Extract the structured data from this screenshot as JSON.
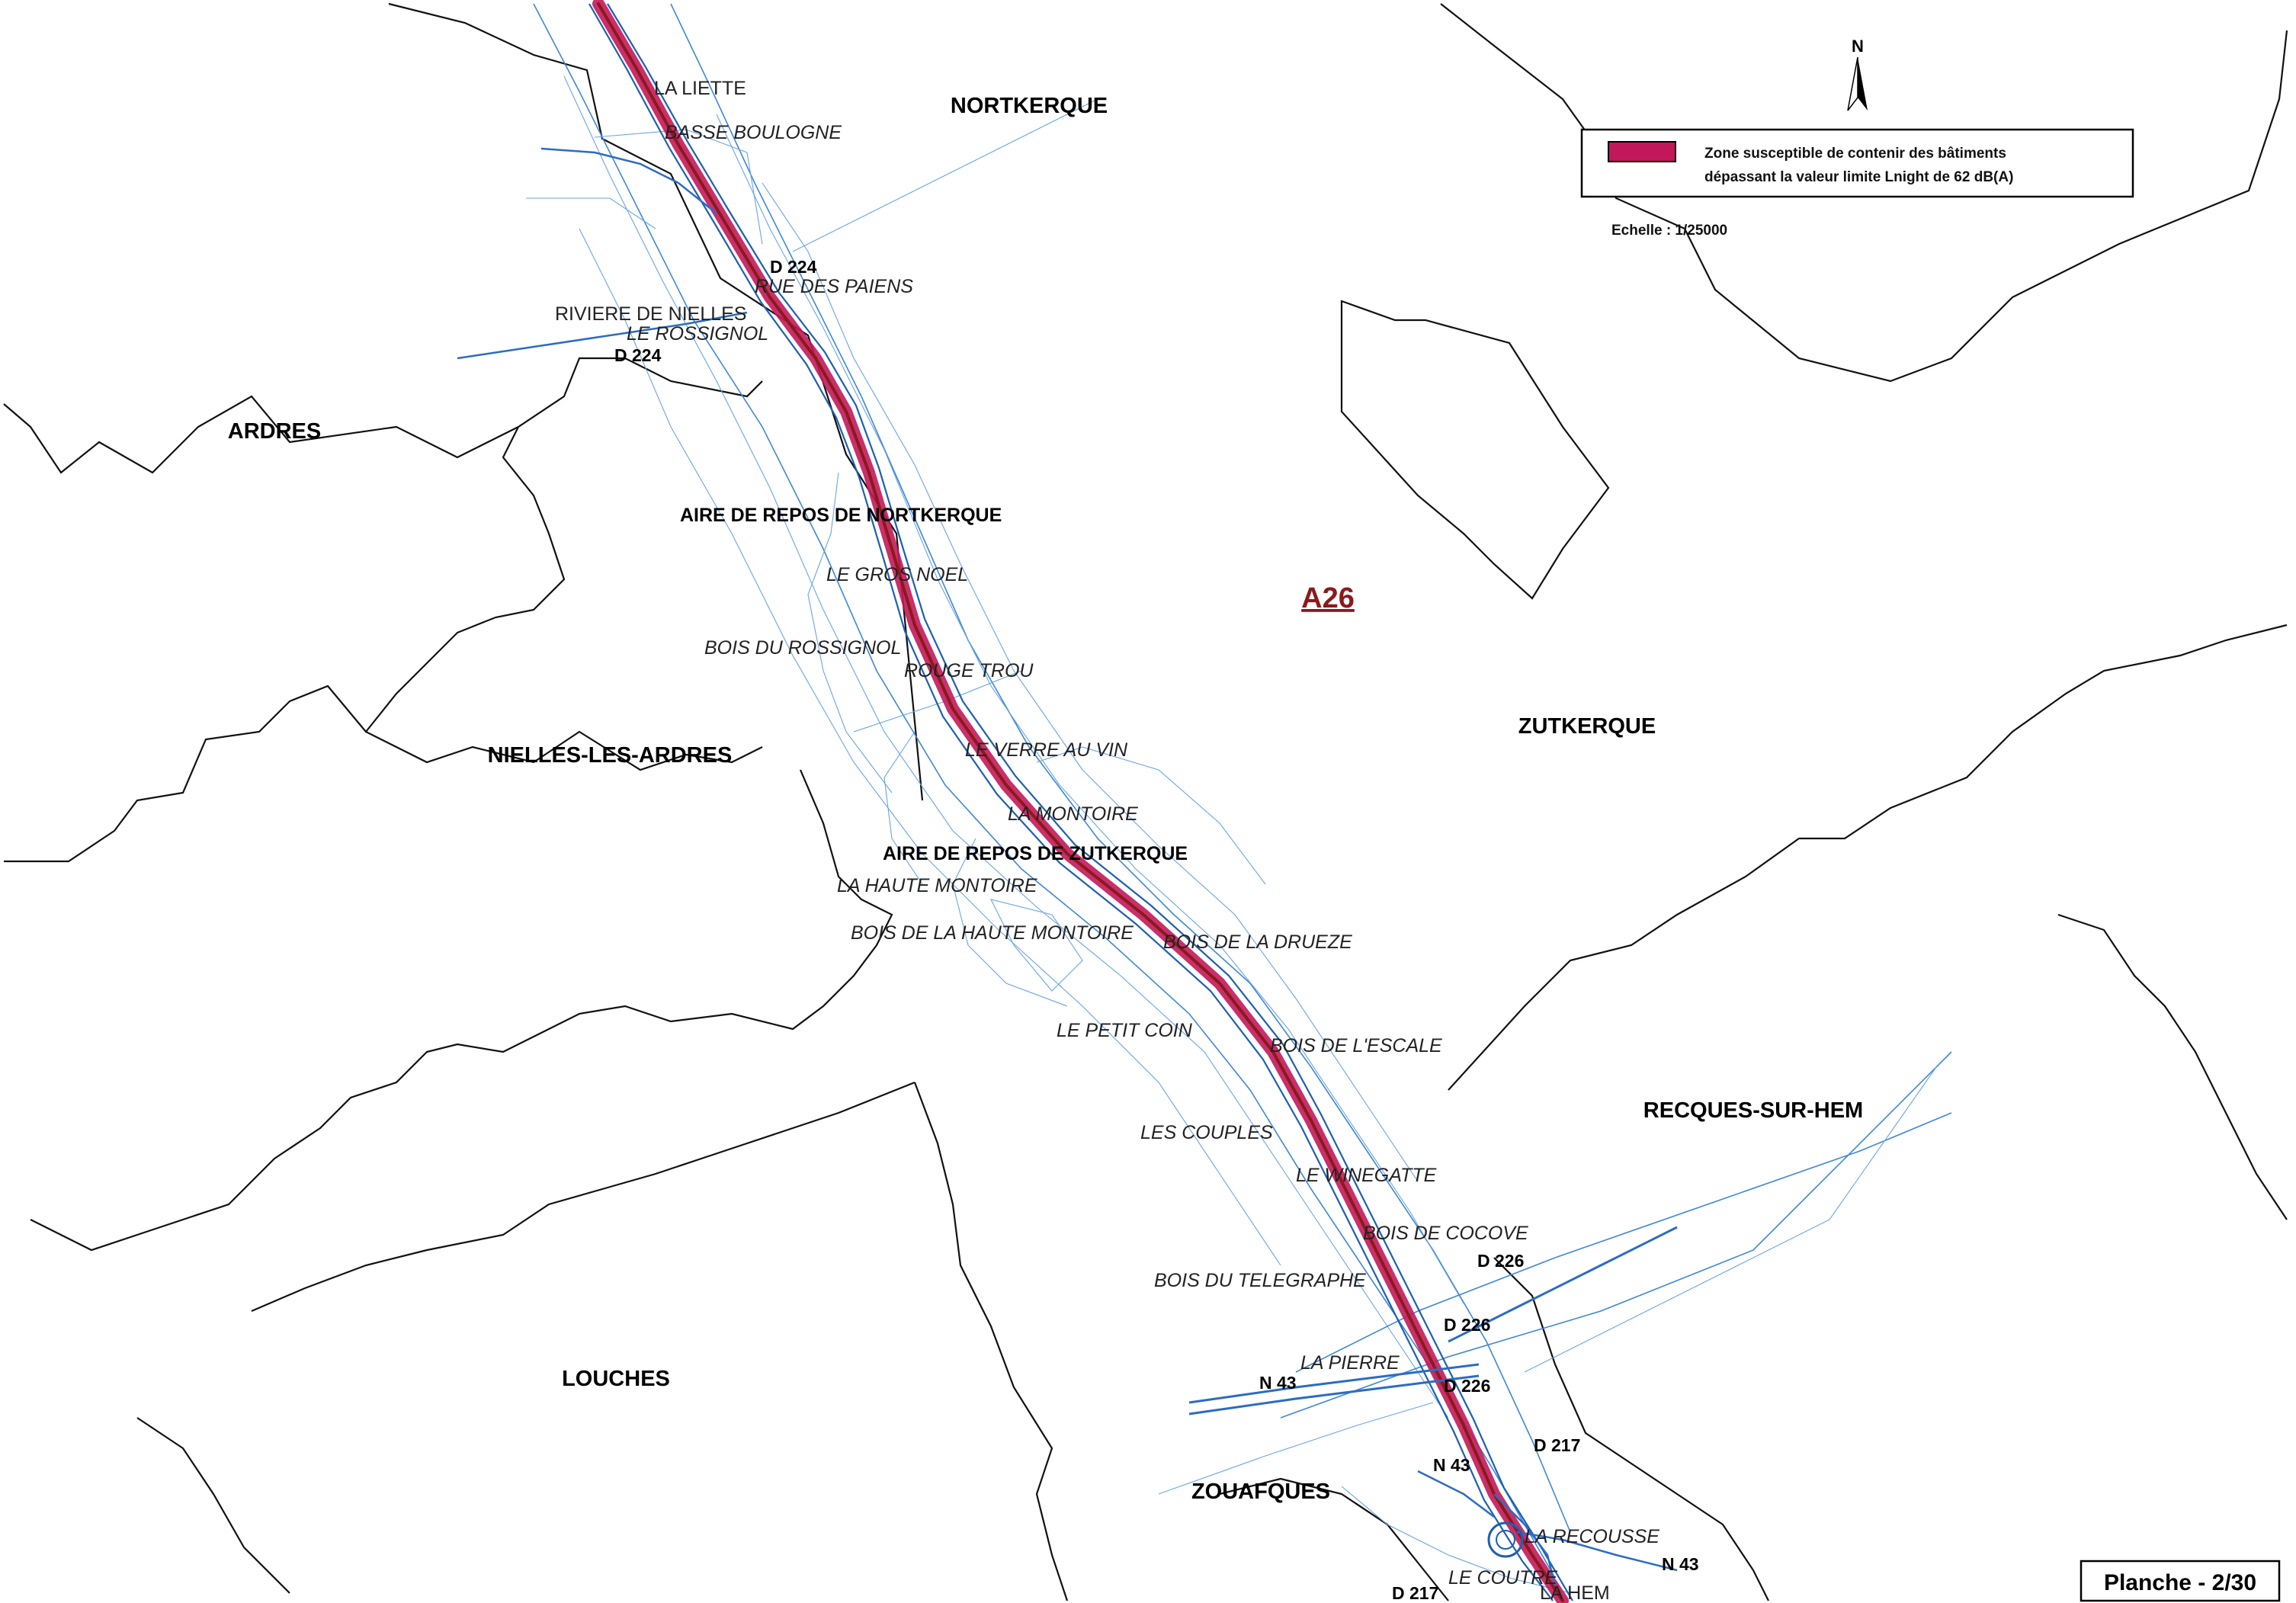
{
  "map": {
    "highway": "A26",
    "communes": {
      "nortkerque": "NORTKERQUE",
      "ardres": "ARDRES",
      "nielles": "NIELLES-LES-ARDRES",
      "zutkerque": "ZUTKERQUE",
      "recques": "RECQUES-SUR-HEM",
      "louches": "LOUCHES",
      "zouafques": "ZOUAFQUES"
    },
    "places": {
      "la_liette": "LA LIETTE",
      "basse_boulogne": "BASSE BOULOGNE",
      "rue_des_paiens": "RUE DES PAIENS",
      "riviere_de_nielles": "RIVIERE DE NIELLES",
      "le_rossignol": "LE ROSSIGNOL",
      "le_gros_noel": "LE GROS NOEL",
      "bois_du_rossignol": "BOIS DU ROSSIGNOL",
      "rouge_trou": "ROUGE TROU",
      "le_verre_au_vin": "LE VERRE AU VIN",
      "la_montoire": "LA MONTOIRE",
      "la_haute_montoire": "LA HAUTE MONTOIRE",
      "bois_de_la_haute_montoire": "BOIS DE LA HAUTE MONTOIRE",
      "bois_de_la_drueze": "BOIS DE LA DRUEZE",
      "le_petit_coin": "LE PETIT COIN",
      "bois_de_lescale": "BOIS DE L'ESCALE",
      "les_couples": "LES COUPLES",
      "le_winegatte": "LE WINEGATTE",
      "bois_de_cocove": "BOIS DE COCOVE",
      "bois_du_telegraphe": "BOIS DU TELEGRAPHE",
      "la_pierre": "LA PIERRE",
      "la_recousse": "LA RECOUSSE",
      "le_coutre": "LE COUTRE",
      "la_hem": "LA HEM"
    },
    "rest_areas": {
      "nortkerque": "AIRE DE REPOS DE NORTKERQUE",
      "zutkerque": "AIRE DE REPOS DE ZUTKERQUE"
    },
    "roads": {
      "d224_north": "D 224",
      "d224_south": "D 224",
      "d226_a": "D 226",
      "d226_b": "D 226",
      "d226_c": "D 226",
      "n43_west": "N 43",
      "n43_center": "N 43",
      "n43_east": "N 43",
      "d217_north": "D 217",
      "d217_south": "D 217"
    }
  },
  "legend": {
    "swatch_color": "#c2185b",
    "line1": "Zone susceptible de contenir des bâtiments",
    "line2": "dépassant la valeur limite Lnight de 62 dB(A)",
    "scale": "Echelle : 1/25000",
    "north": "N"
  },
  "sheet": {
    "label": "Planche - 2/30"
  },
  "colors": {
    "contour": "#3f87d9",
    "zone": "#c2185b",
    "highway_core": "#8b1a1a",
    "boundary": "#111111"
  }
}
